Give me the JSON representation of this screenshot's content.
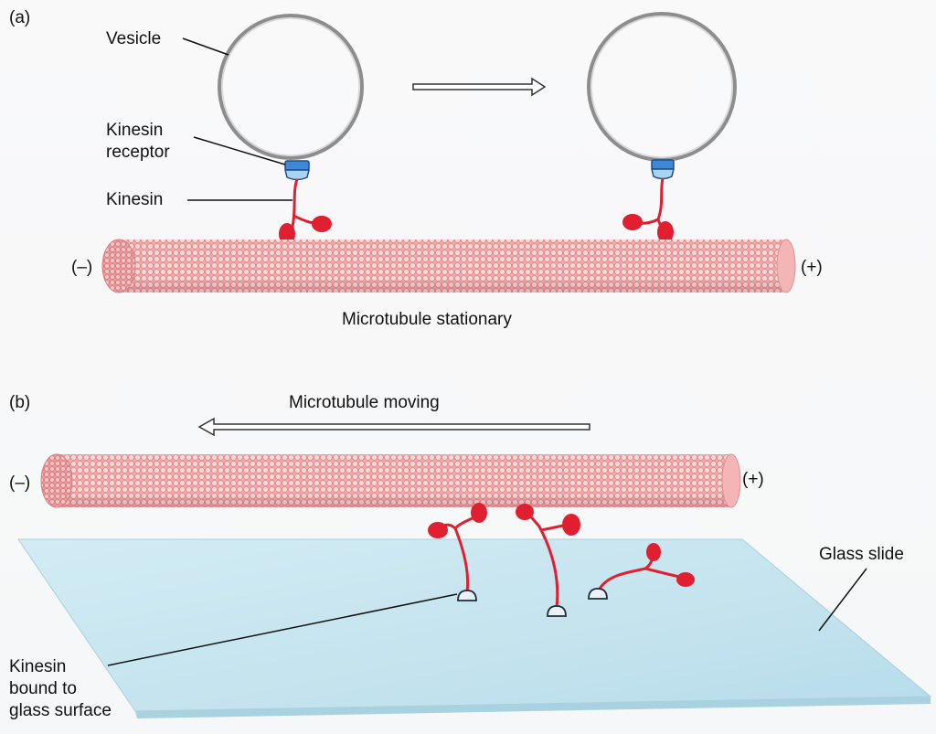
{
  "panel_a": {
    "tag": "(a)",
    "vesicle_label": "Vesicle",
    "receptor_label": "Kinesin\nreceptor",
    "kinesin_label": "Kinesin",
    "minus_end": "(–)",
    "plus_end": "(+)",
    "caption": "Microtubule stationary"
  },
  "panel_b": {
    "tag": "(b)",
    "caption": "Microtubule moving",
    "minus_end": "(–)",
    "plus_end": "(+)",
    "glass_label": "Glass slide",
    "bound_label": "Kinesin\nbound to\nglass surface"
  },
  "colors": {
    "microtubule": "#f2a9aa",
    "kinesin": "#e02030",
    "receptor": "#3f88d8",
    "glass": "#c6e5ef"
  }
}
